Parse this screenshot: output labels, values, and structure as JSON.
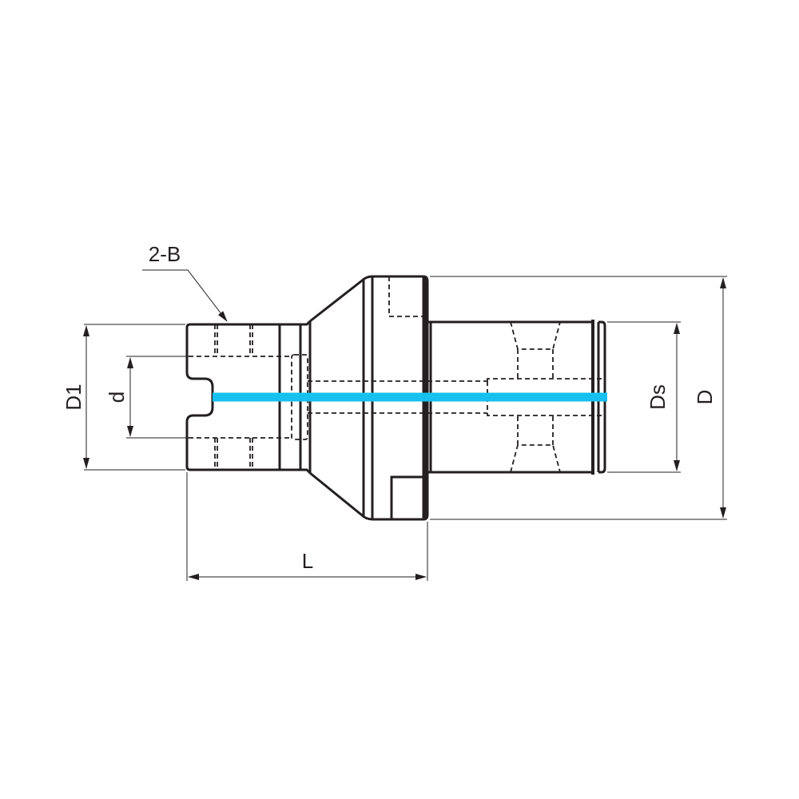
{
  "labels": {
    "D1": "D1",
    "d": "d",
    "L": "L",
    "Ds": "Ds",
    "D": "D",
    "B": "2-B"
  },
  "colors": {
    "outline": "#231f20",
    "coolant": "#17c0f0"
  }
}
